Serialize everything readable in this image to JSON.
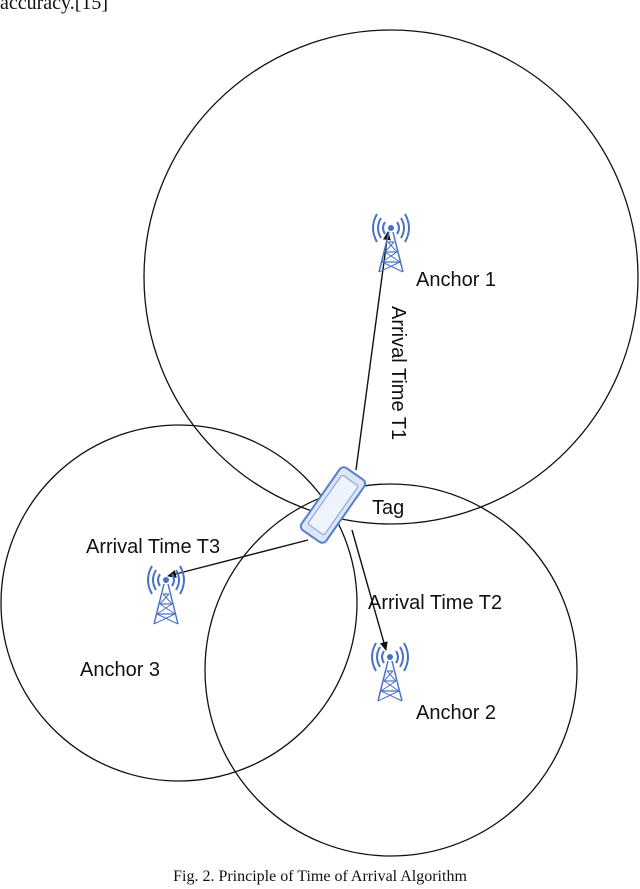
{
  "top_text": "accuracy.[15]",
  "caption": "Fig. 2. Principle of Time of Arrival Algorithm",
  "labels": {
    "anchor1": "Anchor 1",
    "anchor2": "Anchor 2",
    "anchor3": "Anchor 3",
    "tag": "Tag",
    "t1": "Arrival Time T1",
    "t2": "Arrival Time T2",
    "t3": "Arrival Time T3"
  },
  "colors": {
    "antenna": "#4a72c4",
    "tag_fill": "#dde6f7",
    "tag_stroke": "#5a7fc8",
    "line": "#111111"
  },
  "icons": {
    "anchor": "antenna-tower-icon",
    "tag": "mobile-tag-icon"
  }
}
